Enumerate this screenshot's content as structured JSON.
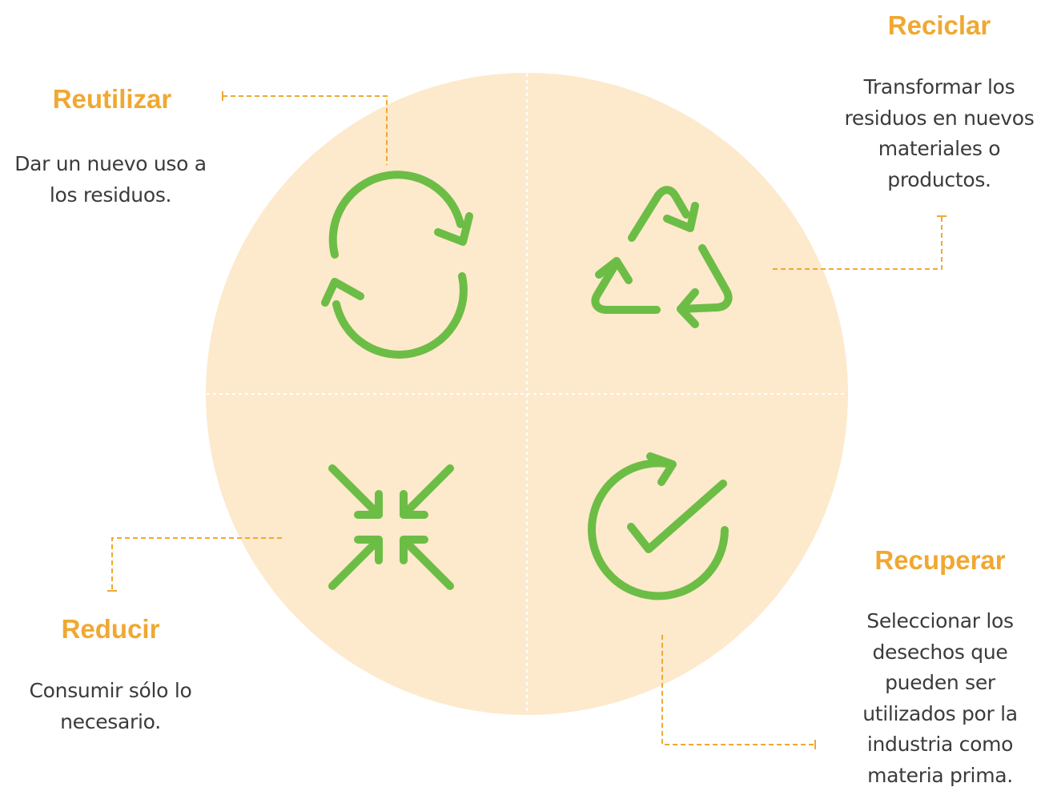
{
  "colors": {
    "circle_fill": "#fde9cc",
    "accent_orange": "#f0a832",
    "icon_green": "#6cbd45",
    "divider": "#ffffff",
    "text": "#3b3b3b"
  },
  "quadrants": [
    {
      "id": "reutilizar",
      "icon": "refresh-cycle-icon",
      "title": "Reutilizar",
      "lines": [
        "Dar un nuevo uso a",
        "los residuos."
      ]
    },
    {
      "id": "reciclar",
      "icon": "recycle-icon",
      "title": "Reciclar",
      "lines": [
        "Transformar los",
        "residuos en nuevos",
        "materiales o",
        "productos."
      ]
    },
    {
      "id": "reducir",
      "icon": "compress-arrows-icon",
      "title": "Reducir",
      "lines": [
        "Consumir sólo lo",
        "necesario."
      ]
    },
    {
      "id": "recuperar",
      "icon": "check-cycle-icon",
      "title": "Recuperar",
      "lines": [
        "Seleccionar los",
        "desechos que",
        "pueden ser",
        "utilizados por la",
        "industria como",
        "materia prima."
      ]
    }
  ]
}
